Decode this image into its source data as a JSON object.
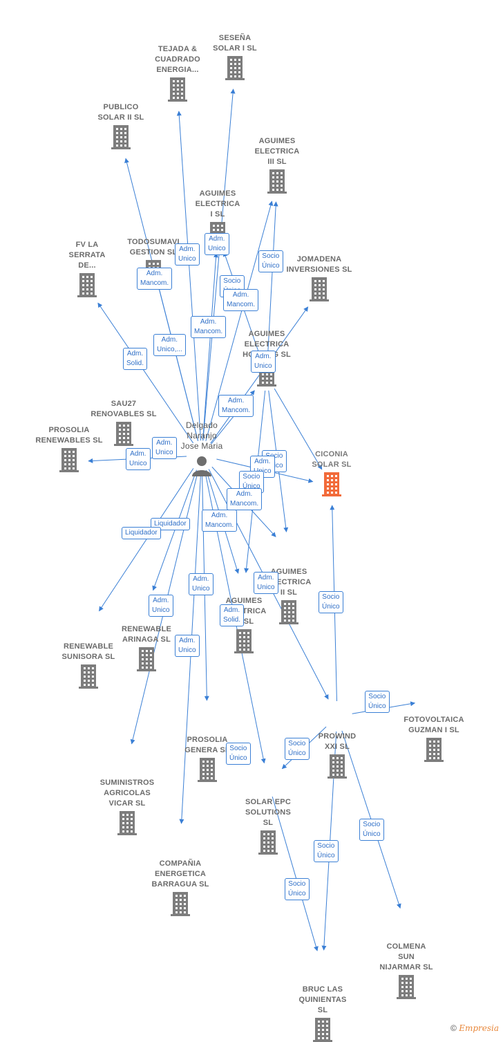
{
  "colors": {
    "edge": "#3a7fd5",
    "company": "#7d7d7d",
    "focus": "#f26b3a",
    "person": "#6e6e6e"
  },
  "nodes": [
    {
      "id": "person",
      "label": "Delgado\nNaranjo\nJose Maria",
      "type": "person",
      "icon": "person-icon"
    },
    {
      "id": "ciconia",
      "label": "CICONIA\nSOLAR  SL",
      "type": "focus",
      "icon": "building-icon"
    },
    {
      "id": "sesena",
      "label": "SESEÑA\nSOLAR I SL",
      "type": "company",
      "icon": "building-icon"
    },
    {
      "id": "tejada",
      "label": "TEJADA &\nCUADRADO\nENERGIA...",
      "type": "company",
      "icon": "building-icon"
    },
    {
      "id": "publico",
      "label": "PUBLICO\nSOLAR II SL",
      "type": "company",
      "icon": "building-icon"
    },
    {
      "id": "aguimes3",
      "label": "AGUIMES\nELECTRICA\nIII SL",
      "type": "company",
      "icon": "building-icon"
    },
    {
      "id": "aguimes1",
      "label": "AGUIMES\nELECTRICA\nI SL",
      "type": "company",
      "icon": "building-icon"
    },
    {
      "id": "todosumavi",
      "label": "TODOSUMAVI\nGESTION SL",
      "type": "company",
      "icon": "building-icon"
    },
    {
      "id": "fvserrata",
      "label": "FV LA\nSERRATA\nDE...",
      "type": "company",
      "icon": "building-icon"
    },
    {
      "id": "jomadena",
      "label": "JOMADENA\nINVERSIONES SL",
      "type": "company",
      "icon": "building-icon"
    },
    {
      "id": "aguimesh",
      "label": "AGUIMES\nELECTRICA\nHOLDING SL",
      "type": "company",
      "icon": "building-icon"
    },
    {
      "id": "sau27",
      "label": "SAU27\nRENOVABLES SL",
      "type": "company",
      "icon": "building-icon"
    },
    {
      "id": "prosoliaren",
      "label": "PROSOLIA\nRENEWABLES SL",
      "type": "company",
      "icon": "building-icon"
    },
    {
      "id": "aguimes2",
      "label": "AGUIMES\nELECTRICA\nII SL",
      "type": "company",
      "icon": "building-icon"
    },
    {
      "id": "aguimes4",
      "label": "AGUIMES\nELECTRICA\nIV SL",
      "type": "company",
      "icon": "building-icon"
    },
    {
      "id": "renarinaga",
      "label": "RENEWABLE\nARINAGA  SL",
      "type": "company",
      "icon": "building-icon"
    },
    {
      "id": "rensunisora",
      "label": "RENEWABLE\nSUNISORA SL",
      "type": "company",
      "icon": "building-icon"
    },
    {
      "id": "prowind",
      "label": "PROWIND\nXXI SL",
      "type": "company",
      "icon": "building-icon"
    },
    {
      "id": "fotoguzman",
      "label": "FOTOVOLTAICA\nGUZMAN I  SL",
      "type": "company",
      "icon": "building-icon"
    },
    {
      "id": "prosoliagen",
      "label": "PROSOLIA\nGENERA SL",
      "type": "company",
      "icon": "building-icon"
    },
    {
      "id": "suministros",
      "label": "SUMINISTROS\nAGRICOLAS\nVICAR SL",
      "type": "company",
      "icon": "building-icon"
    },
    {
      "id": "solarepc",
      "label": "SOLAR EPC\nSOLUTIONS\nSL",
      "type": "company",
      "icon": "building-icon"
    },
    {
      "id": "compania",
      "label": "COMPAÑIA\nENERGETICA\nBARRAGUA SL",
      "type": "company",
      "icon": "building-icon"
    },
    {
      "id": "colmena",
      "label": "COLMENA\nSUN\nNIJARMAR  SL",
      "type": "company",
      "icon": "building-icon"
    },
    {
      "id": "bruc",
      "label": "BRUC LAS\nQUINIENTAS\nSL",
      "type": "company",
      "icon": "building-icon"
    }
  ],
  "edge_labels": [
    {
      "text": "Adm.\nUnico"
    },
    {
      "text": "Adm.\nUnico"
    },
    {
      "text": "Socio\nÚnico"
    },
    {
      "text": "Socio\nÚnico"
    },
    {
      "text": "Adm.\nMancom."
    },
    {
      "text": "Adm.\nMancom."
    },
    {
      "text": "Adm.\nMancom."
    },
    {
      "text": "Adm.\nUnico,..."
    },
    {
      "text": "Adm.\nSolid."
    },
    {
      "text": "Adm.\nUnico"
    },
    {
      "text": "Adm.\nMancom."
    },
    {
      "text": "Adm.\nUnico"
    },
    {
      "text": "Adm.\nUnico"
    },
    {
      "text": "Socio\nÚnico"
    },
    {
      "text": "Adm.\nUnico"
    },
    {
      "text": "Socio\nÚnico"
    },
    {
      "text": "Adm.\nMancom."
    },
    {
      "text": "Liquidador"
    },
    {
      "text": "Liquidador"
    },
    {
      "text": "Adm.\nMancom."
    },
    {
      "text": "Adm.\nUnico"
    },
    {
      "text": "Adm.\nUnico"
    },
    {
      "text": "Adm.\nUnico"
    },
    {
      "text": "Adm.\nSolid."
    },
    {
      "text": "Adm.\nUnico"
    },
    {
      "text": "Socio\nÚnico"
    },
    {
      "text": "Socio\nÚnico"
    },
    {
      "text": "Socio\nÚnico"
    },
    {
      "text": "Socio\nÚnico"
    },
    {
      "text": "Socio\nÚnico"
    },
    {
      "text": "Socio\nÚnico"
    },
    {
      "text": "Socio\nÚnico"
    }
  ],
  "footer": {
    "copyright": "©",
    "brand": "Empresia"
  }
}
